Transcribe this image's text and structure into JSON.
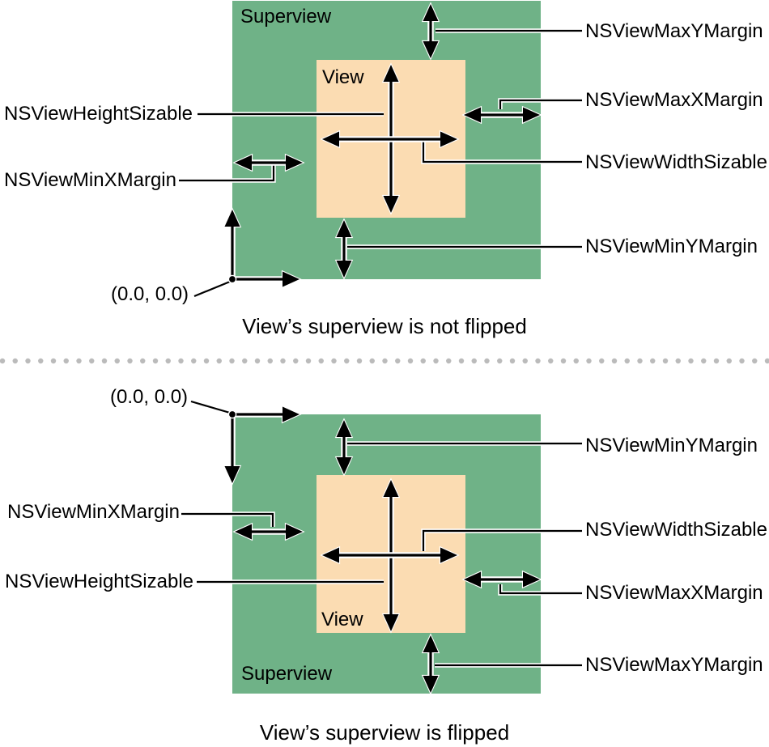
{
  "figure": {
    "colors": {
      "superview_fill": "#6fb287",
      "view_fill": "#fbdcb2",
      "divider_dot": "#bbbbbb",
      "line": "#000000"
    },
    "top_diagram": {
      "superview_label": "Superview",
      "view_label": "View",
      "origin_label": "(0.0, 0.0)",
      "caption": "View’s superview is not flipped",
      "left_labels": [
        {
          "id": "height-sizable",
          "text": "NSViewHeightSizable"
        },
        {
          "id": "min-x-margin",
          "text": "NSViewMinXMargin"
        }
      ],
      "right_labels": [
        {
          "id": "max-y-margin",
          "text": "NSViewMaxYMargin"
        },
        {
          "id": "max-x-margin",
          "text": "NSViewMaxXMargin"
        },
        {
          "id": "width-sizable",
          "text": "NSViewWidthSizable"
        },
        {
          "id": "min-y-margin",
          "text": "NSViewMinYMargin"
        }
      ]
    },
    "bottom_diagram": {
      "superview_label": "Superview",
      "view_label": "View",
      "origin_label": "(0.0, 0.0)",
      "caption": "View’s superview is flipped",
      "left_labels": [
        {
          "id": "min-x-margin",
          "text": "NSViewMinXMargin"
        },
        {
          "id": "height-sizable",
          "text": "NSViewHeightSizable"
        }
      ],
      "right_labels": [
        {
          "id": "min-y-margin",
          "text": "NSViewMinYMargin"
        },
        {
          "id": "width-sizable",
          "text": "NSViewWidthSizable"
        },
        {
          "id": "max-x-margin",
          "text": "NSViewMaxXMargin"
        },
        {
          "id": "max-y-margin",
          "text": "NSViewMaxYMargin"
        }
      ]
    }
  }
}
